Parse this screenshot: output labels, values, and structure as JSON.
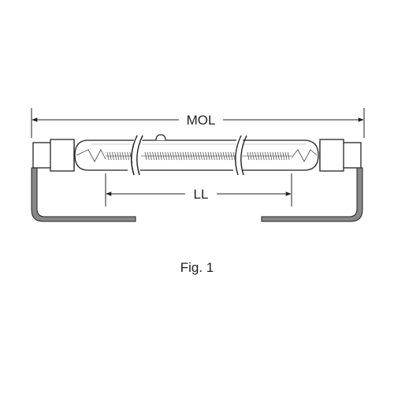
{
  "diagram": {
    "dimensions": {
      "overall_length_label": "MOL",
      "light_length_label": "LL"
    },
    "caption": "Fig. 1",
    "colors": {
      "line": "#222222",
      "lead_fill": "#888888",
      "background": "#ffffff"
    },
    "components": {
      "lamp": "linear-halogen-lamp",
      "leads": "bent-lead-wires",
      "filament": "coiled-filament"
    }
  }
}
